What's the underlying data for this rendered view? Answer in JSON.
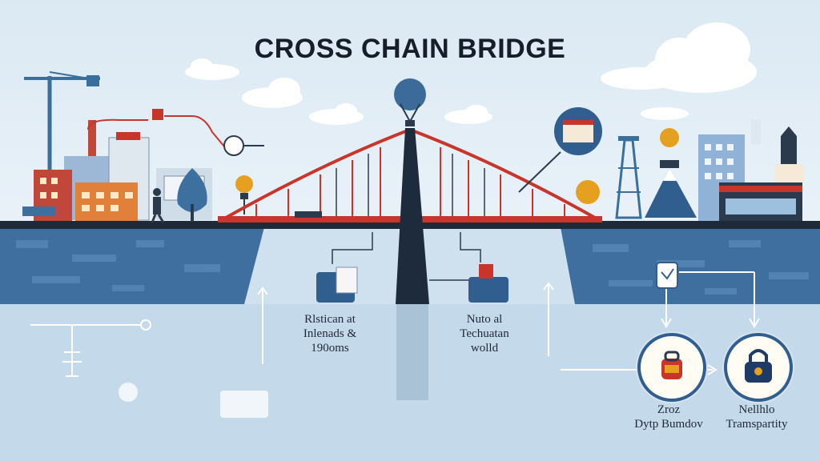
{
  "title": "CROSS CHAIN BRIDGE",
  "left_caption": [
    "Rlstican at",
    "Inlenads &",
    "190oms"
  ],
  "center_caption": [
    "Nuto al",
    "Techuatan",
    "wolld"
  ],
  "right_captions": [
    {
      "line1": "Zroz",
      "line2": "Dytp Bumdov"
    },
    {
      "line1": "Nellhlo",
      "line2": "Tramspartity"
    }
  ],
  "icons": [
    "crane-icon",
    "factory-icon",
    "person-icon",
    "tree-icon",
    "lightbulb-icon",
    "balloon-icon",
    "building-icon",
    "bitcoin-icon",
    "radio-tower-icon",
    "mountain-icon",
    "shield-icon",
    "document-icon",
    "bag-icon",
    "lock-icon"
  ],
  "colors": {
    "bridge_red": "#c8352b",
    "tower": "#1e2b3c",
    "water": "#4a78a6",
    "accent_orange": "#e6a020",
    "sky": "#dbe9f3"
  }
}
